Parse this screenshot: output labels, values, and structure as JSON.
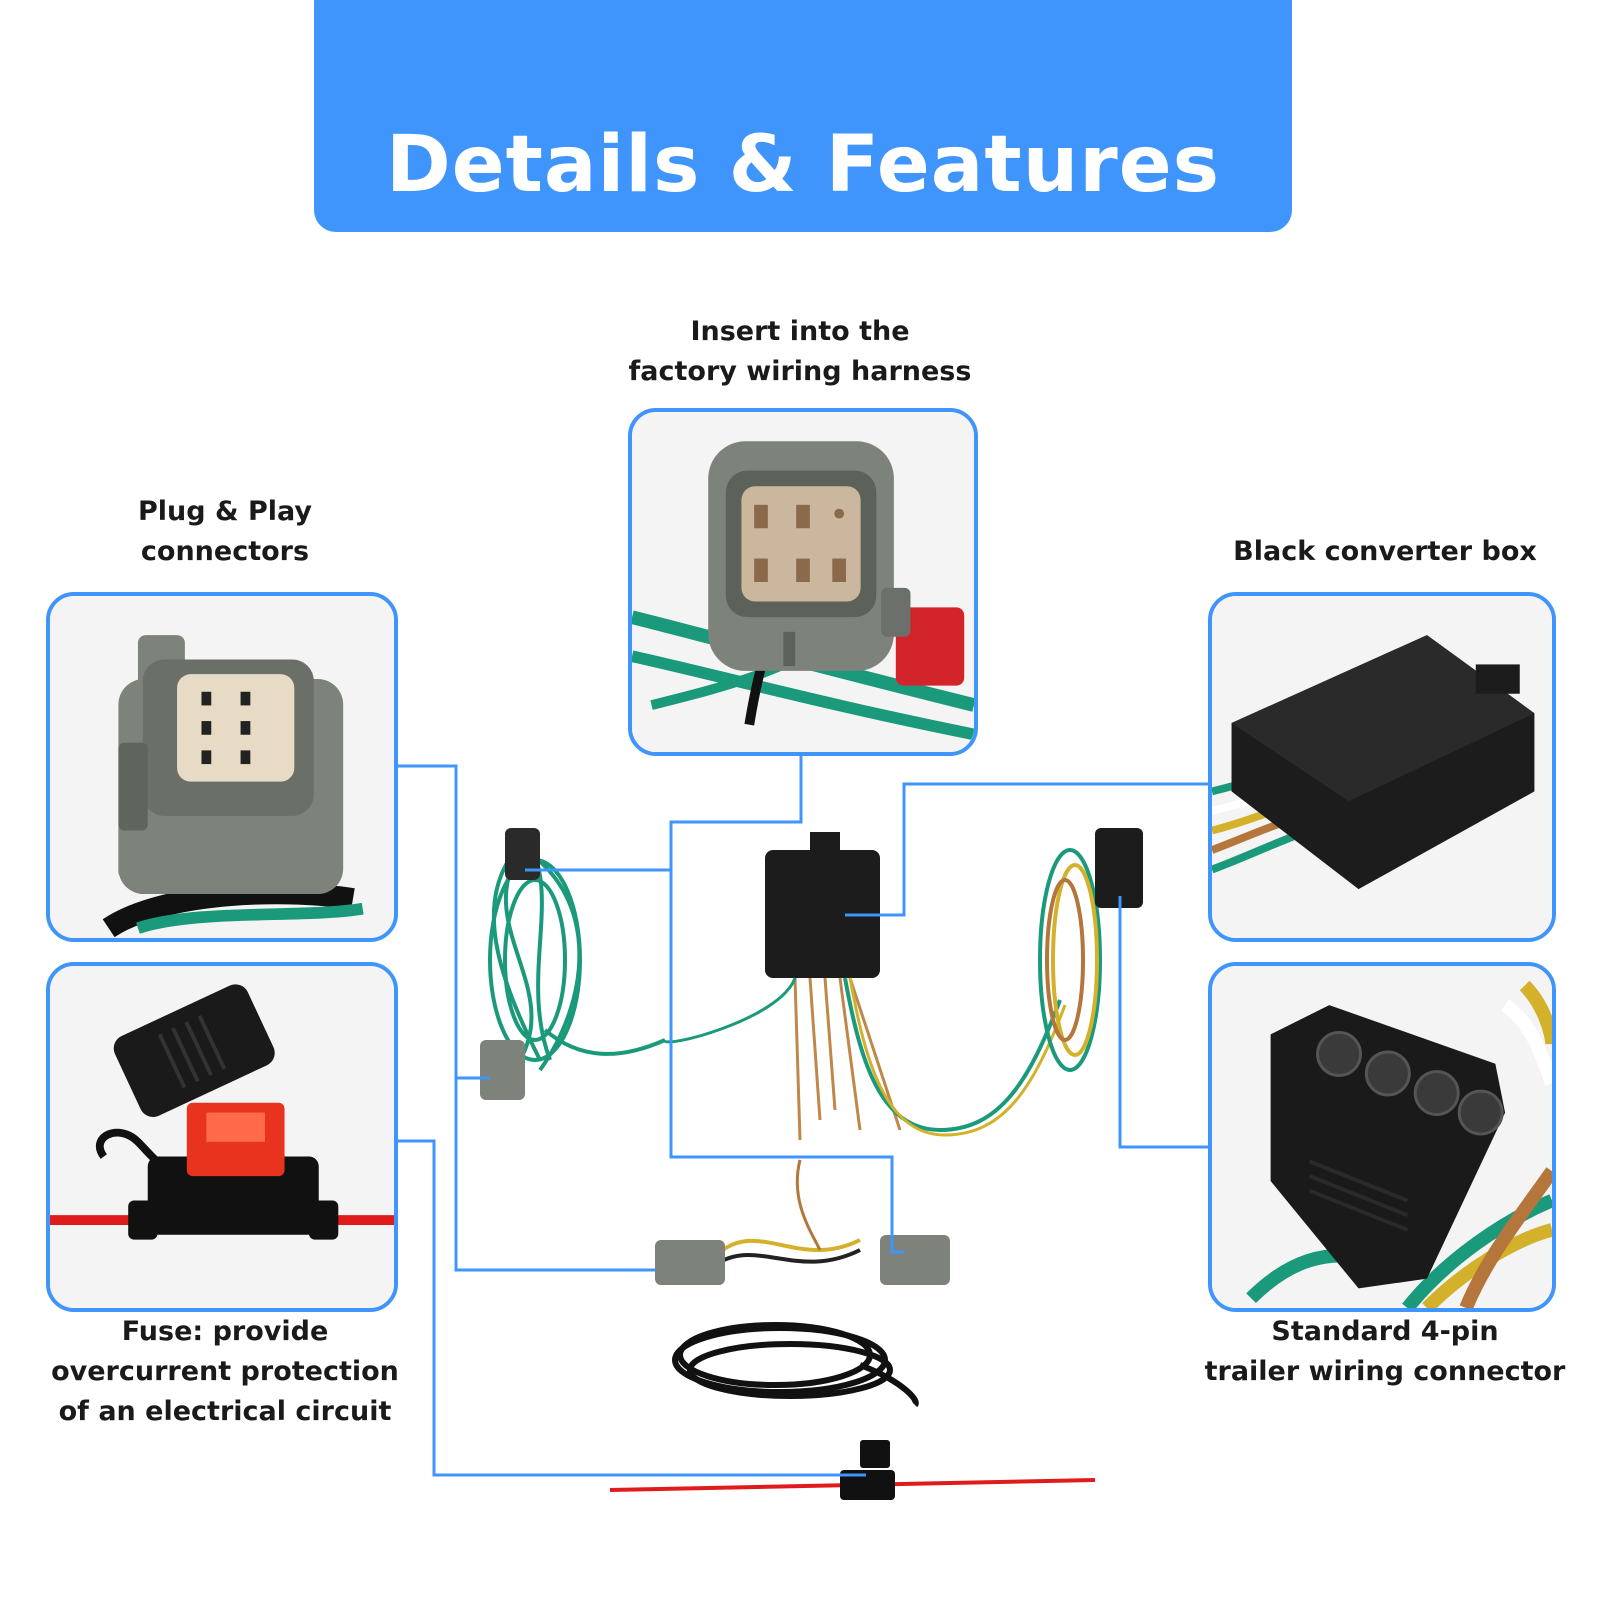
{
  "header": {
    "title": "Details & Features"
  },
  "captions": {
    "factory_harness": [
      "Insert into the",
      "factory wiring harness"
    ],
    "plug_play": [
      "Plug & Play",
      "connectors"
    ],
    "converter_box": [
      "Black converter box"
    ],
    "fuse": [
      "Fuse: provide",
      "overcurrent protection",
      "of an electrical circuit"
    ],
    "four_pin": [
      "Standard 4-pin",
      "trailer wiring connector"
    ]
  },
  "colors": {
    "accent": "#3f95fb",
    "wire_green": "#1a9a7a",
    "wire_red": "#e01b1b",
    "connector_gray": "#7d827a",
    "box_black": "#1c1c1c"
  }
}
